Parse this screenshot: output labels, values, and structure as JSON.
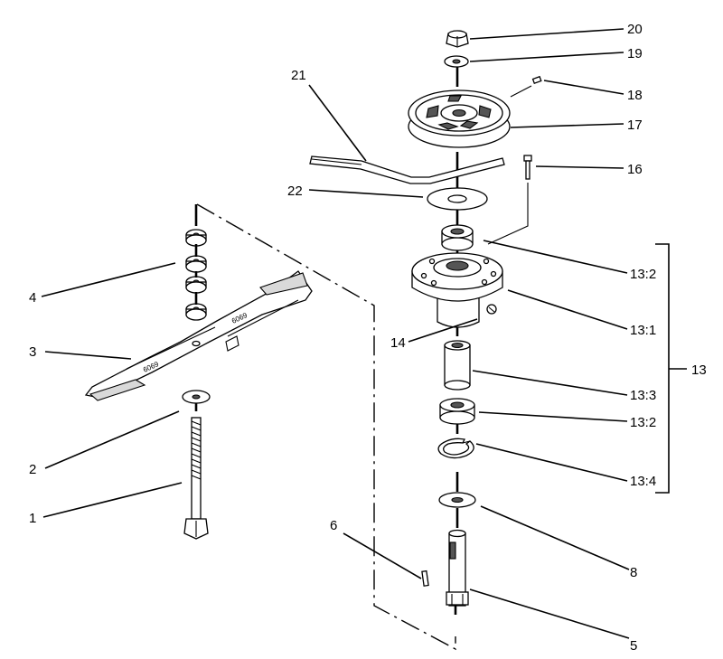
{
  "callouts": {
    "c1": "1",
    "c2": "2",
    "c3": "3",
    "c4": "4",
    "c5": "5",
    "c6": "6",
    "c8": "8",
    "c13": "13",
    "c13_1": "13:1",
    "c13_2a": "13:2",
    "c13_2b": "13:2",
    "c13_3": "13:3",
    "c13_4": "13:4",
    "c14": "14",
    "c16": "16",
    "c17": "17",
    "c18": "18",
    "c19": "19",
    "c20": "20",
    "c21": "21",
    "c22": "22"
  },
  "blade_marking": "6069"
}
